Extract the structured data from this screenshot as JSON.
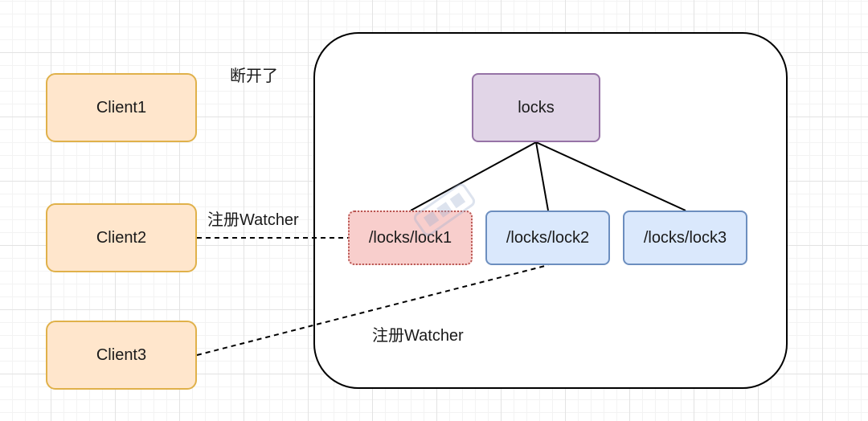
{
  "nodes": {
    "client1": "Client1",
    "client2": "Client2",
    "client3": "Client3",
    "root": "locks",
    "lock1": "/locks/lock1",
    "lock2": "/locks/lock2",
    "lock3": "/locks/lock3"
  },
  "edge_labels": {
    "disconnected": "断开了",
    "watcher_client2": "注册Watcher",
    "watcher_client3": "注册Watcher"
  },
  "colors": {
    "client_fill": "#ffe6cc",
    "client_stroke": "#e0b14a",
    "root_fill": "#e1d5e7",
    "root_stroke": "#9673a6",
    "deleted_fill": "#f8cecc",
    "deleted_stroke": "#b85450",
    "lock_fill": "#dae8fc",
    "lock_stroke": "#6c8ebf"
  },
  "edges": [
    {
      "from": "locks",
      "to": "/locks/lock1",
      "style": "solid"
    },
    {
      "from": "locks",
      "to": "/locks/lock2",
      "style": "solid"
    },
    {
      "from": "locks",
      "to": "/locks/lock3",
      "style": "solid"
    },
    {
      "from": "Client2",
      "to": "/locks/lock1",
      "style": "dashed"
    },
    {
      "from": "Client3",
      "to": "/locks/lock2",
      "style": "dashed"
    }
  ]
}
